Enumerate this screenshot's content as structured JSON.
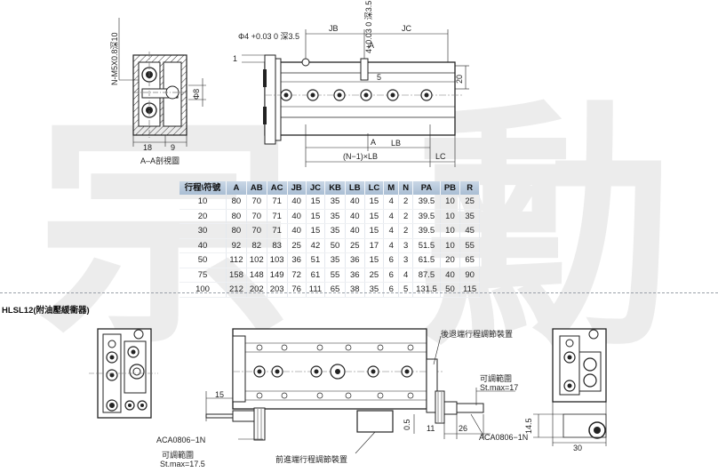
{
  "section_a": {
    "section_caption": "A–A剖視圖",
    "thread_label": "N-M5X0.8深10",
    "dim_18": "18",
    "dim_9": "9",
    "dim_phi8": "Φ8",
    "hole_label": "Φ4 +0.03 0 深3.5"
  },
  "top_drawing": {
    "jb": "JB",
    "jc": "JC",
    "a_top": "A",
    "a_bottom": "A",
    "lb": "LB",
    "n_lb": "(N−1)×LB",
    "lc": "LC",
    "dim_1": "1",
    "dim_5": "5",
    "dim_20": "20",
    "vert_hole": "4+0.03 0 深3.5"
  },
  "spec_table": {
    "headers": [
      "行程\\符號",
      "A",
      "AB",
      "AC",
      "JB",
      "JC",
      "KB",
      "LB",
      "LC",
      "M",
      "N",
      "PA",
      "PB",
      "R"
    ],
    "rows": [
      [
        "10",
        "80",
        "70",
        "71",
        "40",
        "15",
        "35",
        "40",
        "15",
        "4",
        "2",
        "39.5",
        "10",
        "25"
      ],
      [
        "20",
        "80",
        "70",
        "71",
        "40",
        "15",
        "35",
        "40",
        "15",
        "4",
        "2",
        "39.5",
        "10",
        "35"
      ],
      [
        "30",
        "80",
        "70",
        "71",
        "40",
        "15",
        "35",
        "40",
        "15",
        "4",
        "2",
        "39.5",
        "10",
        "45"
      ],
      [
        "40",
        "92",
        "82",
        "83",
        "25",
        "42",
        "50",
        "25",
        "17",
        "4",
        "3",
        "51.5",
        "10",
        "55"
      ],
      [
        "50",
        "112",
        "102",
        "103",
        "36",
        "51",
        "35",
        "36",
        "15",
        "6",
        "3",
        "61.5",
        "20",
        "65"
      ],
      [
        "75",
        "158",
        "148",
        "149",
        "72",
        "61",
        "55",
        "36",
        "25",
        "6",
        "4",
        "87.5",
        "40",
        "90"
      ],
      [
        "100",
        "212",
        "202",
        "203",
        "76",
        "111",
        "65",
        "38",
        "35",
        "6",
        "5",
        "131.5",
        "50",
        "115"
      ]
    ]
  },
  "lower": {
    "title": "HLSL12(附油壓緩衝器)",
    "rear_adjuster": "後退端行程調節裝置",
    "front_adjuster": "前進端行程調節裝置",
    "adjust_range_right": "可調範圍",
    "stmax_right": "St.max=17",
    "adjust_range_left": "可調範圍",
    "stmax_left": "St.max=17.5",
    "shock_left": "ACA0806−1N",
    "shock_right": "ACA0806−1N",
    "dim_15": "15",
    "dim_05": "0.5",
    "dim_11": "11",
    "dim_26": "26",
    "dim_145": "14.5",
    "dim_30": "30"
  },
  "watermark": {
    "chars": [
      "宗",
      "勳"
    ]
  }
}
